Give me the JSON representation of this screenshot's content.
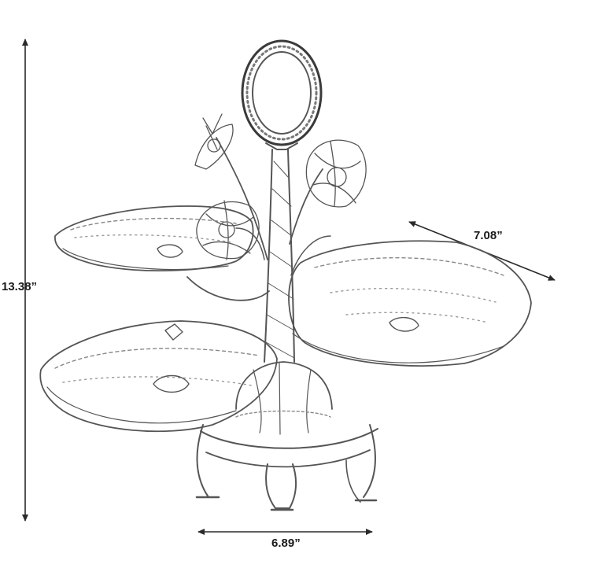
{
  "dimensions": {
    "height": "13.38”",
    "depth": "7.08”",
    "width": "6.89”"
  },
  "colors": {
    "line": "#2a2a2a",
    "sketch": "#555555",
    "background": "#ffffff"
  }
}
